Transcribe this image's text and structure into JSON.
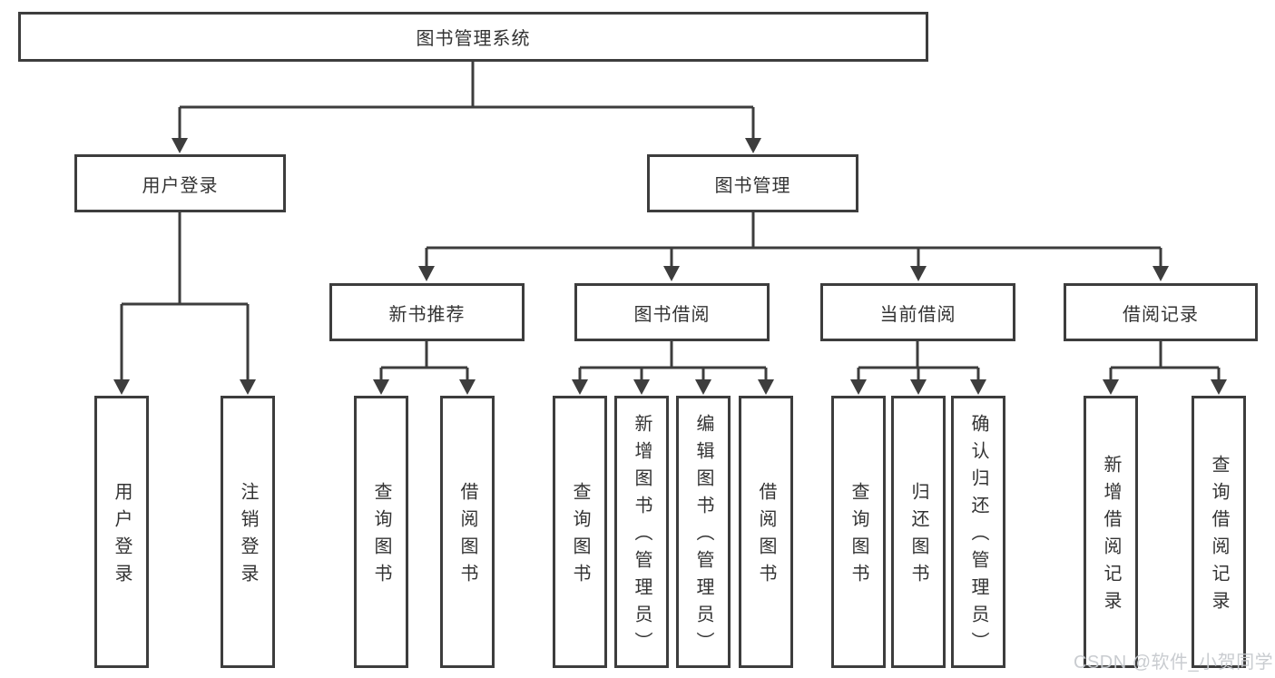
{
  "diagram": {
    "root": {
      "label": "图书管理系统"
    },
    "level2": [
      {
        "id": "user-login",
        "label": "用户登录"
      },
      {
        "id": "book-management",
        "label": "图书管理"
      }
    ],
    "level3": [
      {
        "id": "new-book-recommend",
        "label": "新书推荐"
      },
      {
        "id": "book-borrowing",
        "label": "图书借阅"
      },
      {
        "id": "current-borrowing",
        "label": "当前借阅"
      },
      {
        "id": "borrowing-records",
        "label": "借阅记录"
      }
    ],
    "leaves": [
      {
        "parent": "用户登录",
        "label": "用户登录"
      },
      {
        "parent": "用户登录",
        "label": "注销登录"
      },
      {
        "parent": "新书推荐",
        "label": "查询图书"
      },
      {
        "parent": "新书推荐",
        "label": "借阅图书"
      },
      {
        "parent": "图书借阅",
        "label": "查询图书"
      },
      {
        "parent": "图书借阅",
        "label": "新增图书（管理员）"
      },
      {
        "parent": "图书借阅",
        "label": "编辑图书（管理员）"
      },
      {
        "parent": "图书借阅",
        "label": "借阅图书"
      },
      {
        "parent": "当前借阅",
        "label": "查询图书"
      },
      {
        "parent": "当前借阅",
        "label": "归还图书"
      },
      {
        "parent": "当前借阅",
        "label": "确认归还（管理员）"
      },
      {
        "parent": "借阅记录",
        "label": "新增借阅记录"
      },
      {
        "parent": "借阅记录",
        "label": "查询借阅记录"
      }
    ],
    "watermark": "CSDN @软件_小贺同学",
    "colors": {
      "line": "#3d3d3d",
      "text": "#333333",
      "watermark": "#c6c9cd",
      "background": "#ffffff"
    }
  }
}
